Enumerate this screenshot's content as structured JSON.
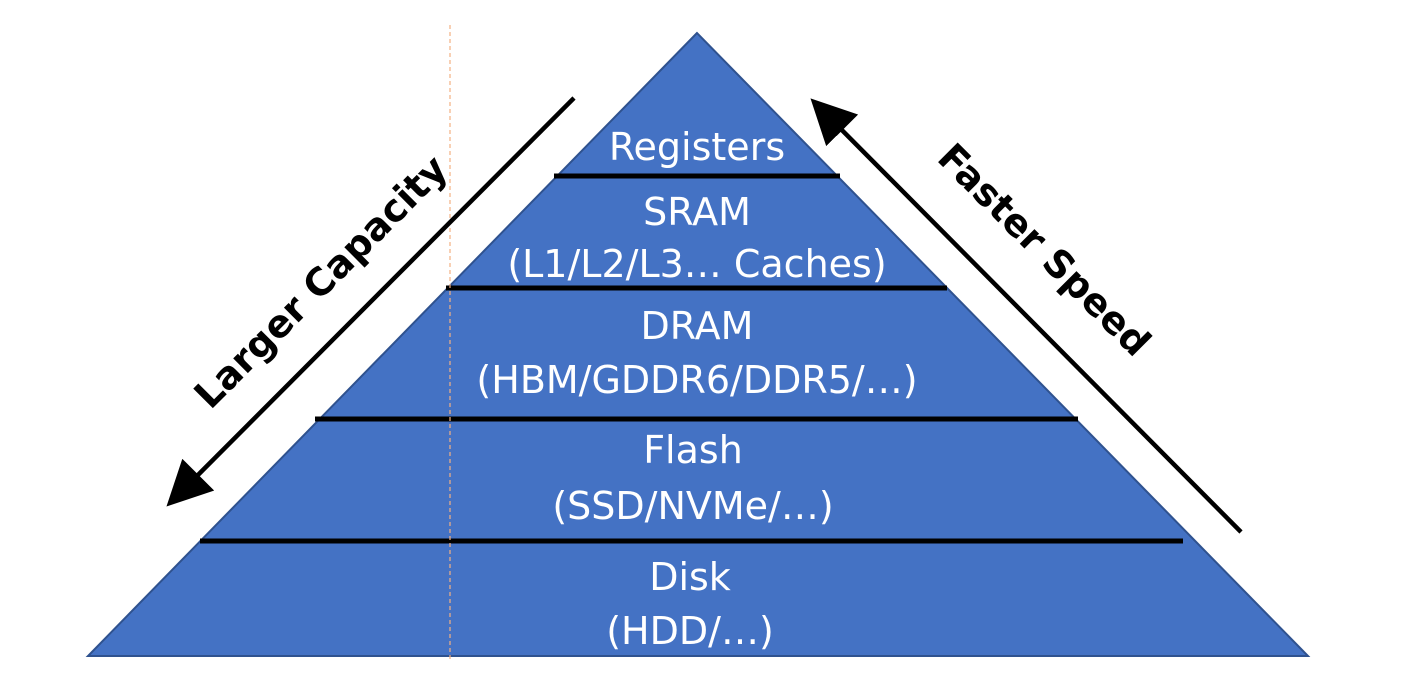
{
  "diagram": {
    "pyramid_fill": "#4472C4",
    "pyramid_stroke": "#2F528F",
    "divider_color": "#000000",
    "guide_line_color": "#F4B183",
    "tiers": [
      {
        "line1": "Registers",
        "line2": ""
      },
      {
        "line1": "SRAM",
        "line2": "(L1/L2/L3… Caches)"
      },
      {
        "line1": "DRAM",
        "line2": "(HBM/GDDR6/DDR5/…)"
      },
      {
        "line1": "Flash",
        "line2": "(SSD/NVMe/…)"
      },
      {
        "line1": "Disk",
        "line2": "(HDD/…)"
      }
    ],
    "left_arrow_label": "Larger Capacity",
    "right_arrow_label": "Faster Speed"
  }
}
